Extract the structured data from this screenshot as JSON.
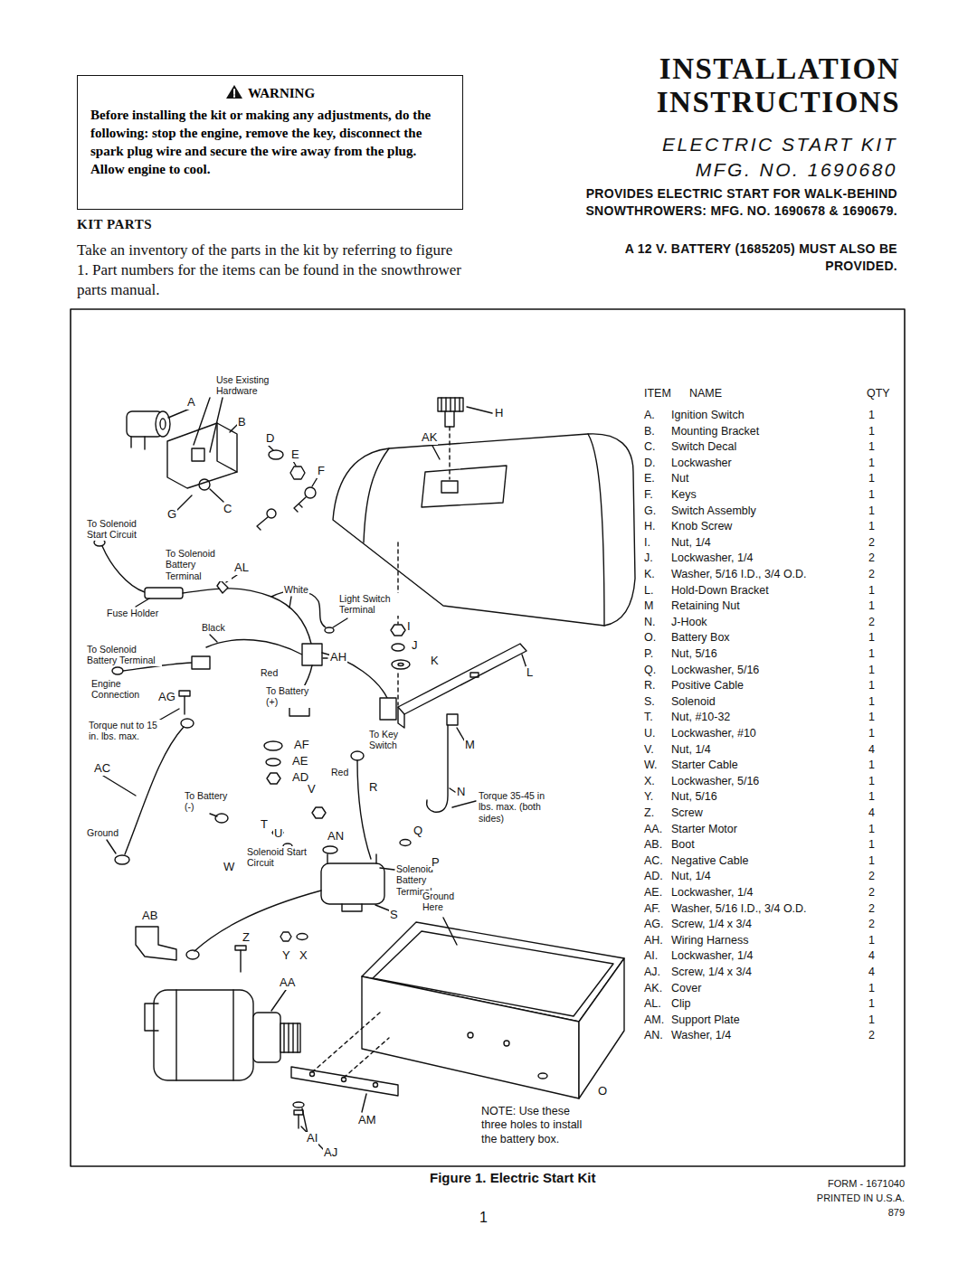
{
  "diagram": {
    "title": "INSTALLATION INSTRUCTIONS",
    "caption": "Figure 1. Electric Start Kit",
    "nodes": [
      {
        "text": [
          "WARNING",
          "Before installing the kit or making any adjustments, do the following: stop the engine, remove the key, disconnect the spark plug wire and secure the wire away from the plug. Allow engine to cool."
        ]
      }
    ],
    "labels": [
      "ELECTRIC START KIT",
      "MFG. NO. 1690680",
      "PROVIDES ELECTRIC START FOR WALK-BEHIND SNOWTHROWERS: MFG. NO. 1690678 & 1690679.",
      "A 12 V. BATTERY (1685205) MUST ALSO BE PROVIDED.",
      "KIT PARTS",
      "Take an inventory of the parts in the kit by referring to figure 1. Part numbers for the items can be found in the snowthrower parts manual.",
      "Use Existing Hardware",
      "A",
      "B",
      "D",
      "E",
      "F",
      "C",
      "G",
      "To Solenoid Start Circuit",
      "To Solenoid Battery Terminal",
      "AL",
      "White",
      "Light Switch Terminal",
      "Fuse Holder",
      "Black",
      "To Solenoid Battery Terminal",
      "AH",
      "Red",
      "Engine Connection",
      "AG",
      "To Battery (+)",
      "Torque nut to 15 in. lbs. max.",
      "AF",
      "AE",
      "Red",
      "AD",
      "AC",
      "To Battery (-)",
      "Ground",
      "T",
      "U",
      "AN",
      "V",
      "Solenoid Start Circuit",
      "W",
      "Solenoid Battery Terminal",
      "S",
      "R",
      "Q",
      "P",
      "To Key Switch",
      "M",
      "N",
      "Torque 35-45 in lbs. max. (both sides)",
      "L",
      "I",
      "J",
      "K",
      "H",
      "AK",
      "AB",
      "Z",
      "Y",
      "X",
      "AA",
      "Ground Here",
      "AM",
      "O",
      "AI",
      "AJ",
      "ITEM",
      "NAME",
      "QTY",
      "A.",
      "Ignition Switch",
      "1",
      "B.",
      "Mounting Bracket",
      "1",
      "C.",
      "Switch Decal",
      "1",
      "D.",
      "Lockwasher",
      "1",
      "E.",
      "Nut",
      "1",
      "F.",
      "Keys",
      "1",
      "G.",
      "Switch Assembly",
      "1",
      "H.",
      "Knob Screw",
      "1",
      "I.",
      "Nut, 1/4",
      "2",
      "J.",
      "Lockwasher, 1/4",
      "2",
      "K.",
      "Washer, 5/16 I.D., 3/4 O.D.",
      "2",
      "L.",
      "Hold-Down Bracket",
      "1",
      "M",
      "Retaining Nut",
      "1",
      "N.",
      "J-Hook",
      "2",
      "O.",
      "Battery Box",
      "1",
      "P.",
      "Nut, 5/16",
      "1",
      "Q.",
      "Lockwasher, 5/16",
      "1",
      "R.",
      "Positive Cable",
      "1",
      "S.",
      "Solenoid",
      "1",
      "T.",
      "Nut, #10-32",
      "1",
      "U.",
      "Lockwasher, #10",
      "1",
      "V.",
      "Nut, 1/4",
      "4",
      "W.",
      "Starter Cable",
      "1",
      "X.",
      "Lockwasher, 5/16",
      "1",
      "Y.",
      "Nut, 5/16",
      "1",
      "Z.",
      "Screw",
      "4",
      "AA.",
      "Starter Motor",
      "1",
      "AB.",
      "Boot",
      "1",
      "AC.",
      "Negative Cable",
      "1",
      "AD.",
      "Nut, 1/4",
      "2",
      "AE.",
      "Lockwasher, 1/4",
      "2",
      "AF.",
      "Washer, 5/16 I.D., 3/4 O.D.",
      "2",
      "AG.",
      "Screw, 1/4 x 3/4",
      "2",
      "AH.",
      "Wiring Harness",
      "1",
      "AI.",
      "Lockwasher, 1/4",
      "4",
      "AJ.",
      "Screw, 1/4 x 3/4",
      "4",
      "AK.",
      "Cover",
      "1",
      "AL.",
      "Clip",
      "1",
      "AM.",
      "Support Plate",
      "1",
      "AN.",
      "Washer, 1/4",
      "2",
      "NOTE: Use these three holes to install the battery box.",
      "1",
      "FORM - 1671040",
      "PRINTED IN U.S.A.",
      "879"
    ]
  }
}
